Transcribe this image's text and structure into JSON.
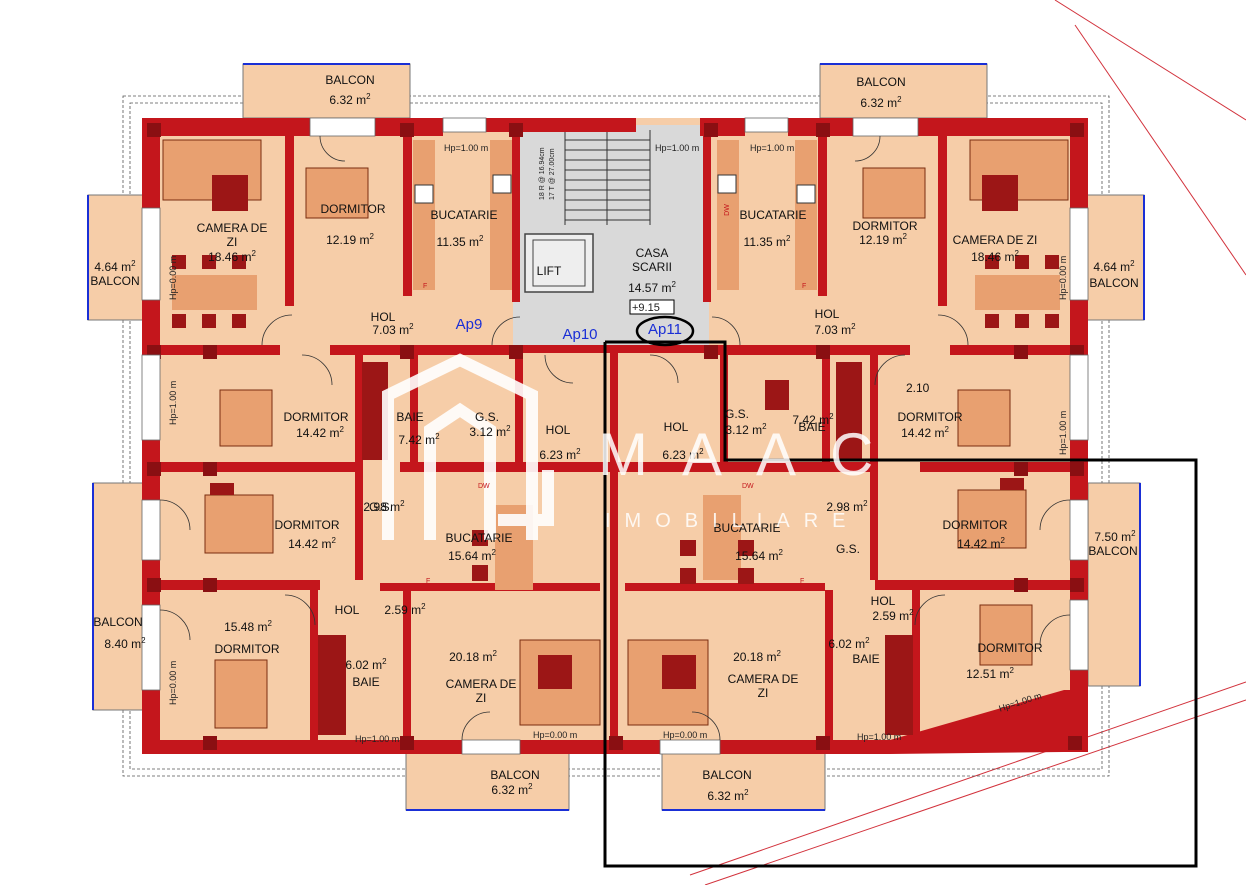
{
  "rooms": [
    {
      "name": "BALCON",
      "area": "6.32"
    },
    {
      "name": "BALCON",
      "area": "6.32"
    },
    {
      "name": "CAMERA DE\nZI",
      "area": "18.46"
    },
    {
      "name": "DORMITOR",
      "area": "12.19"
    },
    {
      "name": "BUCATARIE",
      "area": "11.35"
    },
    {
      "name": "LIFT",
      "area": ""
    },
    {
      "name": "CASA\nSCARII",
      "area": "14.57"
    },
    {
      "name": "BUCATARIE",
      "area": "11.35"
    },
    {
      "name": "DORMITOR",
      "area": "12.19"
    },
    {
      "name": "CAMERA DE ZI",
      "area": "18.46"
    },
    {
      "name": "BALCON",
      "area": "4.64"
    },
    {
      "name": "BALCON",
      "area": "4.64"
    },
    {
      "name": "HOL",
      "area": "7.03"
    },
    {
      "name": "HOL",
      "area": "7.03"
    },
    {
      "name": "DORMITOR",
      "area": "14.42"
    },
    {
      "name": "BAIE",
      "area": "7.42"
    },
    {
      "name": "G.S.",
      "area": "3.12"
    },
    {
      "name": "HOL",
      "area": "6.23"
    },
    {
      "name": "HOL",
      "area": "6.23"
    },
    {
      "name": "G.S.",
      "area": "3.12"
    },
    {
      "name": "BAIE",
      "area": "7.42"
    },
    {
      "name": "DORMITOR",
      "area": "14.42"
    },
    {
      "name": "DORMITOR",
      "area": "14.42"
    },
    {
      "name": "G.S.",
      "area": "2.98"
    },
    {
      "name": "BUCATARIE",
      "area": "15.64"
    },
    {
      "name": "BUCATARIE",
      "area": "15.64"
    },
    {
      "name": "G.S.",
      "area": "2.98"
    },
    {
      "name": "DORMITOR",
      "area": "14.42"
    },
    {
      "name": "BALCON",
      "area": "7.50"
    },
    {
      "name": "BALCON",
      "area": "8.40"
    },
    {
      "name": "HOL",
      "area": "2.59"
    },
    {
      "name": "HOL",
      "area": "2.59"
    },
    {
      "name": "DORMITOR",
      "area": "15.48"
    },
    {
      "name": "BAIE",
      "area": "6.02"
    },
    {
      "name": "CAMERA DE\nZI",
      "area": "20.18"
    },
    {
      "name": "CAMERA DE\nZI",
      "area": "20.18"
    },
    {
      "name": "BAIE",
      "area": "6.02"
    },
    {
      "name": "DORMITOR",
      "area": "12.51"
    },
    {
      "name": "BALCON",
      "area": "6.32"
    },
    {
      "name": "BALCON",
      "area": "6.32"
    }
  ],
  "area_unit": "m",
  "apartments": [
    "Ap9",
    "Ap10",
    "Ap11"
  ],
  "notes": {
    "hp100": "Hp=1.00 m",
    "hp000": "Hp=0.00 m",
    "level": "+9.15",
    "dim": "2.10",
    "stairs1": "18 R @ 16.94cm",
    "stairs2": "17 T @ 27.00cm",
    "appliance_dw": "DW",
    "appliance_f": "F"
  },
  "watermark": {
    "brand": "MAAC",
    "sub": "IMOBILIARE"
  },
  "colors": {
    "wall": "#c4161c",
    "column": "#8a0f12",
    "floor": "#f6cda8",
    "balcony": "#f6cda8",
    "stair_hall": "#d9d9d9",
    "appliance": "#e8a070",
    "furniture_dark": "#9c1616",
    "highlight_line": "#000000",
    "apt_label": "#1a2fd6",
    "boundary": "#d2323c"
  }
}
